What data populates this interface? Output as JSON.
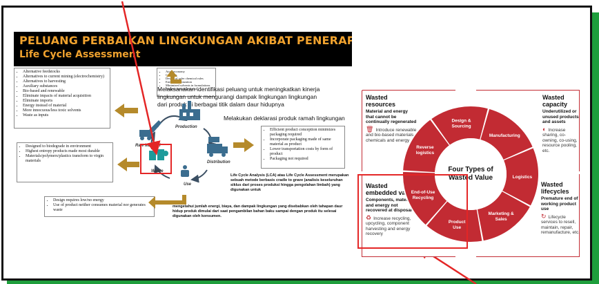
{
  "slide": {
    "title_line1": "PELUANG PERBAIKAN LINGKUNGAN AKIBAT PENERAPAN",
    "title_line2": "Life Cycle Assessment",
    "box_top_left": [
      "Alternative feedstocks",
      "Alternatives to current mining (electrochemistry)",
      "Alternatives to harvesting",
      "Auxiliary substances",
      "Bio-based and renewable",
      "Eliminate impacts of material acquisition",
      "Eliminate imports",
      "Energy instead of material",
      "More innocuous/less toxic solvents",
      "Waste as inputs"
    ],
    "box_top_mid": [
      "Atom economy",
      "Catalysis",
      "Design of safer chemical rules",
      "Energy minimization",
      "Minimized solvents in formulations",
      "Reagent hazards reduced"
    ],
    "box_left_mid": [
      "Designed to biodegrade in environment",
      "Highest entropy products made most durable",
      "Materials/polymers/plastics transform to virgin materials"
    ],
    "box_right_mid": [
      "Efficient product conception minimizes packaging required",
      "Incorporate packaging made of same material as product",
      "Lower transportation costs by form of product",
      "Packaging not required"
    ],
    "box_bottom_left": [
      "Design requires low/no energy",
      "Use of product neither consumes material nor generates waste"
    ],
    "text_1": "Melaksanakan identifikasi peluang untuk meningkatkan kinerja lingkungan untuk mengurangi dampak lingkungan lingkungan dari produk di berbagai titik dalam daur hidupnya",
    "text_2": "Melakukan deklarasi produk ramah lingkungan",
    "text_3": "Life Cycle Analysis (LCA) atau Life Cycle Assessment merupakan sebuah metode berbasis cradle to grave (analisis keseluruhan siklus dari proses produksi hingga pengolahan limbah) yang digunakan untuk",
    "text_4": "mengetahui jumlah energi, biaya, dan dampak lingkungan yang disebabkan oleh tahapan daur hidup produk dimulai dari saat pengambilan bahan baku sampai dengan produk itu selesai digunakan oleh konsumen.",
    "stages": {
      "production": "Production",
      "raw_material": "Raw Material",
      "distribution": "Distribution",
      "waste": "Waste",
      "use": "Use"
    }
  },
  "infographic": {
    "center_title_1": "Four Types of",
    "center_title_2": "Wasted Value",
    "segments": [
      "Design & Sourcing",
      "Manufacturing",
      "Logistics",
      "Marketing & Sales",
      "Product Use",
      "End-of-Use Recycling",
      "Reverse logistics"
    ],
    "quadrants": {
      "tl": {
        "title": "Wasted resources",
        "subtitle": "Material and energy that cannot be continually regenerated",
        "desc": "Introduce renewable and bio-based materials, chemicals and energy",
        "icon": "trash-icon"
      },
      "tr": {
        "title": "Wasted capacity",
        "subtitle": "Underutilized or unused products and assets",
        "desc": "Increase sharing, co-owning, co-using, resource pooling, etc.",
        "icon": "gauge-icon"
      },
      "bl": {
        "title": "Wasted embedded value",
        "subtitle": "Components, material and energy not recovered at disposal",
        "desc": "Increase recycling, upcycling, component harvesting and energy recovery",
        "icon": "recycle-icon"
      },
      "br": {
        "title": "Wasted lifecycles",
        "subtitle": "Premature end of working product use",
        "desc": "Lifecycle services to resell, maintain, repair, remanufacture, etc.",
        "icon": "cycle-icon"
      }
    },
    "accent_color": "#c22b33"
  },
  "colors": {
    "frame_green": "#1e9e3c",
    "annotation_red": "#e42626",
    "title_orange": "#f0a22e",
    "arrow_brown": "#b58a2b"
  }
}
